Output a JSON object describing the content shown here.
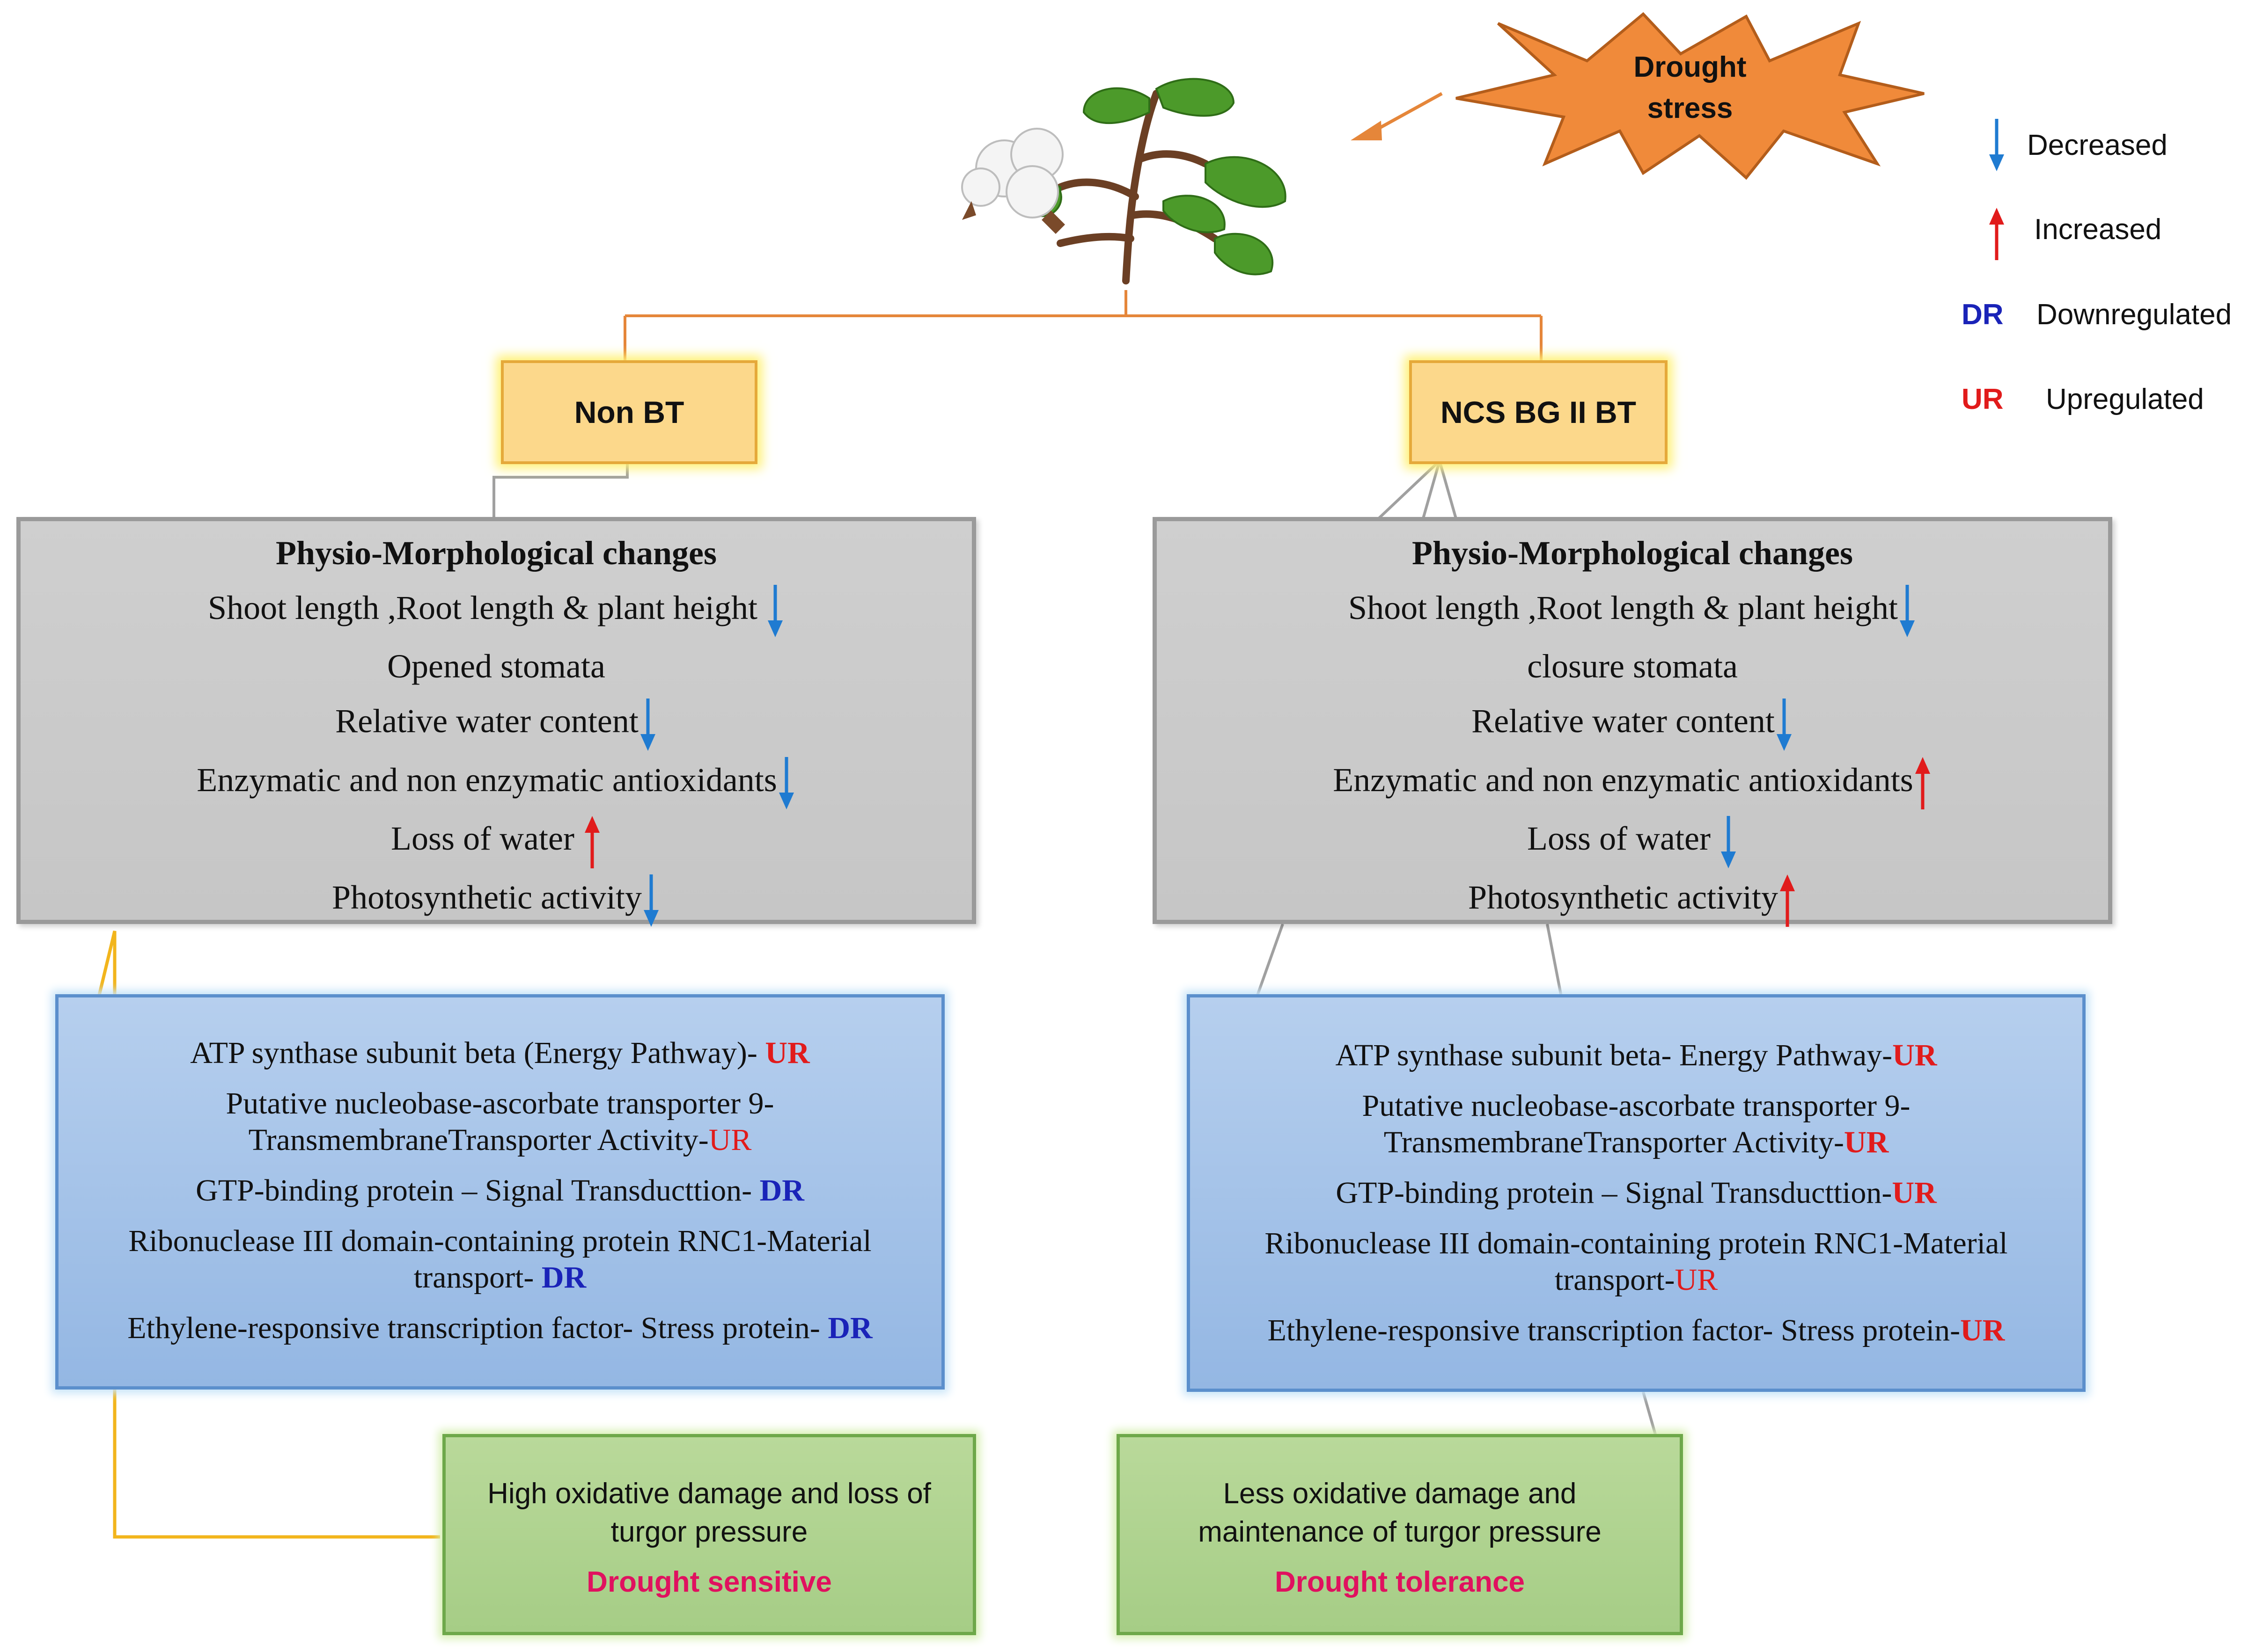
{
  "stress": {
    "label_line1": "Drought",
    "label_line2": "stress"
  },
  "legend": {
    "decreased": "Decreased",
    "increased": "Increased",
    "dr_code": "DR",
    "dr_label": "Downregulated",
    "ur_code": "UR",
    "ur_label": "Upregulated"
  },
  "varieties": {
    "left": "Non BT",
    "right": "NCS BG II BT"
  },
  "physio_title": "Physio-Morphological changes",
  "left_physio": {
    "r1": "Shoot  length ,Root length & plant height",
    "r2": "Opened stomata",
    "r3": "Relative  water content",
    "r4": "Enzymatic and non enzymatic antioxidants",
    "r5": "Loss of water",
    "r6": "Photosynthetic activity"
  },
  "right_physio": {
    "r1": "Shoot  length ,Root length & plant height",
    "r2": "closure  stomata",
    "r3": "Relative  water content",
    "r4": "Enzymatic and non enzymatic antioxidants",
    "r5": "Loss of water",
    "r6": "Photosynthetic activity"
  },
  "left_proteins": {
    "p1": "ATP synthase subunit beta (Energy Pathway)- ",
    "p1_tag": "UR",
    "p2a": "Putative nucleobase-ascorbate transporter 9-",
    "p2b": "TransmembraneTransporter Activity-",
    "p2_tag": "UR",
    "p3": "GTP-binding protein – Signal Transducttion- ",
    "p3_tag": "DR",
    "p4a": "Ribonuclease III domain-containing protein RNC1-Material",
    "p4b": "transport- ",
    "p4_tag": "DR",
    "p5": "Ethylene-responsive transcription factor- Stress protein- ",
    "p5_tag": "DR"
  },
  "right_proteins": {
    "p1": "ATP synthase subunit beta- Energy Pathway-",
    "p1_tag": "UR",
    "p2a": "Putative nucleobase-ascorbate transporter 9-",
    "p2b": "TransmembraneTransporter Activity-",
    "p2_tag": "UR",
    "p3": "GTP-binding protein – Signal Transducttion-",
    "p3_tag": "UR",
    "p4a": "Ribonuclease III domain-containing protein RNC1-Material",
    "p4b": "transport-",
    "p4_tag": "UR",
    "p5": "Ethylene-responsive transcription factor- Stress protein-",
    "p5_tag": "UR"
  },
  "left_outcome": {
    "l1": "High oxidative damage and loss of",
    "l2": "turgor pressure",
    "verdict": "Drought sensitive"
  },
  "right_outcome": {
    "l1": "Less oxidative damage and",
    "l2": "maintenance of turgor pressure",
    "verdict": "Drought tolerance"
  },
  "colors": {
    "increase_arrow": "#e11b1b",
    "decrease_arrow": "#1f7bd1",
    "stress_fill": "#f08a3a",
    "connector_orange": "#e5863a",
    "connector_gold": "#f2b51c",
    "connector_grey": "#a0a0a0"
  }
}
